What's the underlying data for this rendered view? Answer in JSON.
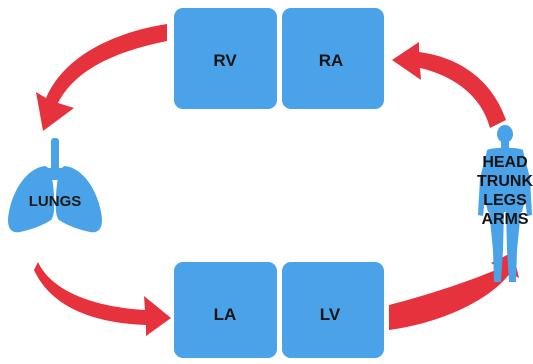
{
  "diagram": {
    "chambers": {
      "rv": "RV",
      "ra": "RA",
      "la": "LA",
      "lv": "LV"
    },
    "lungs_label": "LUNGS",
    "body_labels": [
      "HEAD",
      "TRUNK",
      "LEGS",
      "ARMS"
    ]
  },
  "colors": {
    "chamber_fill": "#4aa2e8",
    "arrow_fill": "#e6323c",
    "organ_fill": "#4aa2e8",
    "label_text": "#141414",
    "background": "#ffffff"
  }
}
